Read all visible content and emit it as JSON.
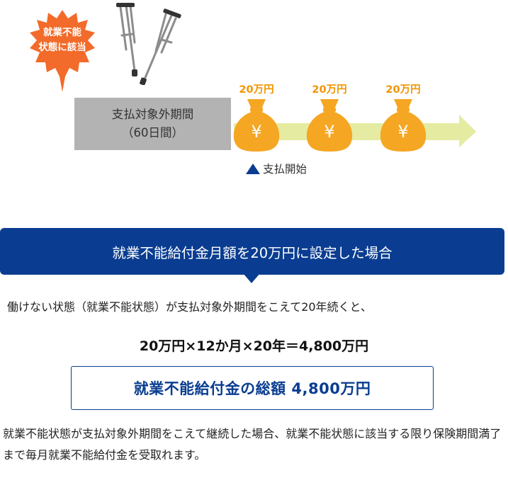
{
  "badge": {
    "line1": "就業不能",
    "line2": "状態に該当",
    "color": "#f26b2a"
  },
  "waiting_period": {
    "line1": "支払対象外期間",
    "line2": "（60日間）"
  },
  "payments": [
    {
      "amount": "20万円",
      "symbol": "¥"
    },
    {
      "amount": "20万円",
      "symbol": "¥"
    },
    {
      "amount": "20万円",
      "symbol": "¥"
    }
  ],
  "start_label": "支払開始",
  "banner": {
    "text": "就業不能給付金月額を20万円に設定した場合",
    "color": "#0a3d91"
  },
  "explanation_line": "働けない状態（就業不能状態）が支払対象外期間をこえて20年続くと、",
  "formula": "20万円×12か月×20年＝4,800万円",
  "total": "就業不能給付金の総額 4,800万円",
  "note": "就業不能状態が支払対象外期間をこえて継続した場合、就業不能状態に該当する限り保険期間満了まで毎月就業不能給付金を受取れます。",
  "colors": {
    "bag": "#f5a623",
    "arrow": "#e5eba1",
    "gray_box": "#b3b3b3"
  }
}
